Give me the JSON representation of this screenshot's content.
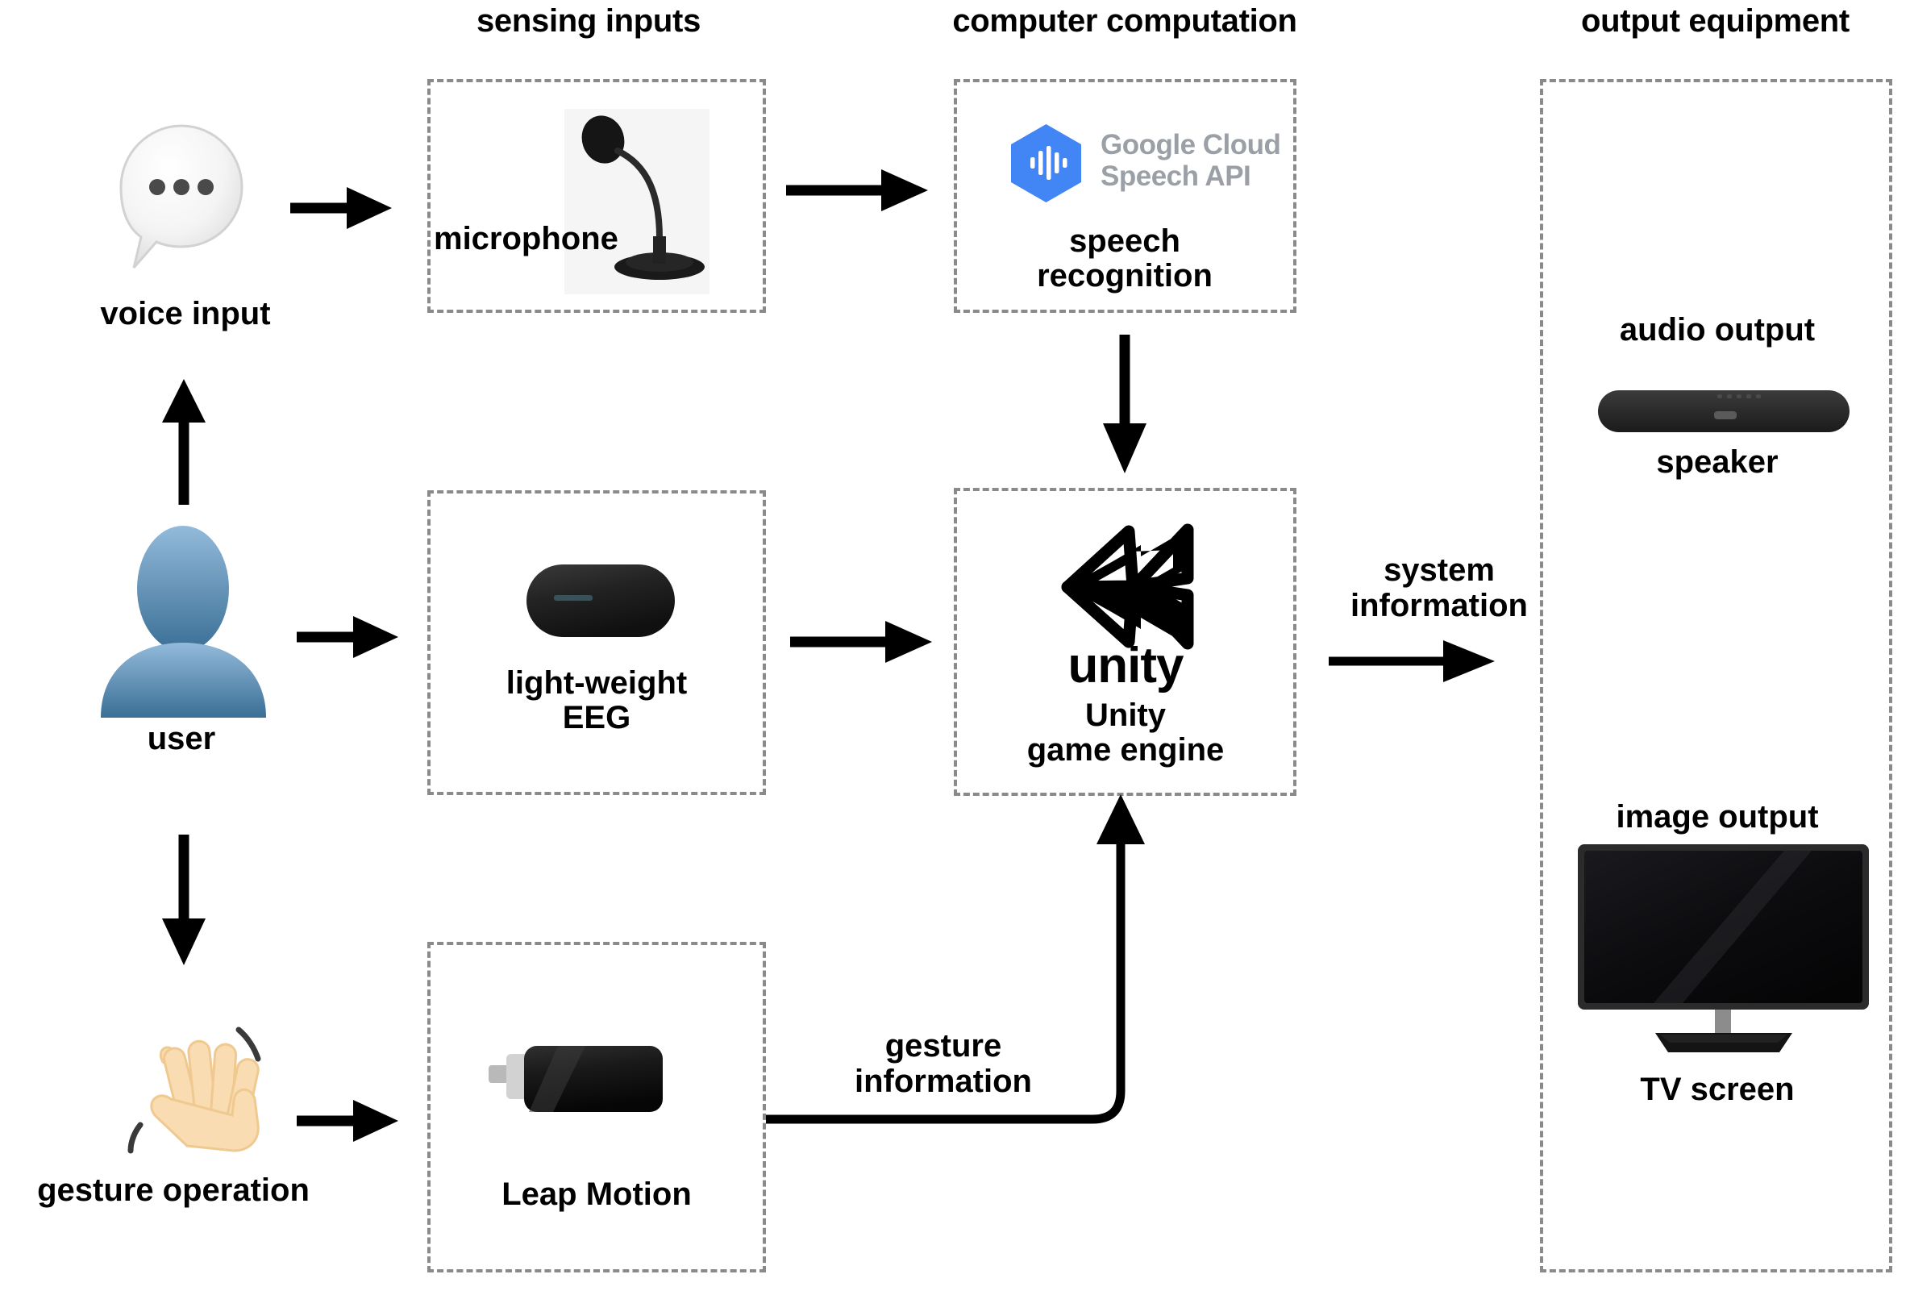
{
  "headers": {
    "sensing_inputs": "sensing inputs",
    "computer_computation": "computer computation",
    "output_equipment": "output equipment"
  },
  "nodes": {
    "voice_input": {
      "label": "voice input",
      "icon": "speech-bubble-icon"
    },
    "user": {
      "label": "user",
      "icon": "user-avatar-icon"
    },
    "gesture_operation": {
      "label": "gesture operation",
      "icon": "waving-hand-icon"
    },
    "microphone": {
      "label": "microphone",
      "icon": "microphone-photo"
    },
    "eeg": {
      "label": "light-weight\nEEG",
      "icon": "eeg-device-photo"
    },
    "leap_motion": {
      "label": "Leap Motion",
      "icon": "leap-motion-photo"
    },
    "speech_recognition": {
      "label": "speech\nrecognition",
      "logo_line1": "Google Cloud",
      "logo_line2": "Speech API",
      "icon": "google-cloud-speech-api-logo"
    },
    "unity": {
      "label": "Unity\ngame engine",
      "wordmark": "unity",
      "icon": "unity-logo"
    },
    "speaker": {
      "title": "audio output",
      "label": "speaker",
      "icon": "soundbar-speaker-photo"
    },
    "tv": {
      "title": "image output",
      "label": "TV screen",
      "icon": "tv-screen-photo"
    }
  },
  "edges": {
    "system_information": "system\ninformation",
    "gesture_information": "gesture\ninformation"
  },
  "colors": {
    "dashed_border": "#8a8a8a",
    "arrow": "#000000",
    "google_blue": "#4285f4",
    "google_logo_text": "#9aa0a6",
    "user_top": "#8bb4d4",
    "user_bottom": "#3d7399",
    "device_black": "#1c1c1c",
    "hand_skin": "#ffe0b2"
  }
}
